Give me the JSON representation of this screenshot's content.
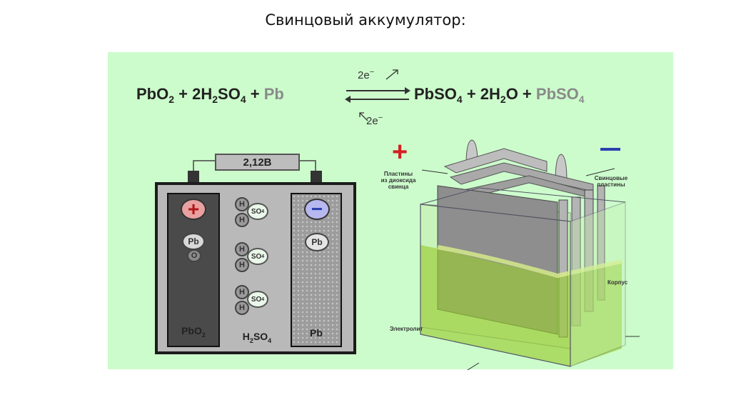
{
  "title": "Свинцовый аккумулятор:",
  "equation": {
    "left": [
      {
        "text": "PbO",
        "sub": "2",
        "shade": "dark"
      },
      {
        "text": " + 2H",
        "sub": "2",
        "shade": "dark"
      },
      {
        "text": "SO",
        "sub": "4",
        "shade": "dark"
      },
      {
        "text": " + ",
        "sub": "",
        "shade": "dark"
      },
      {
        "text": "Pb",
        "sub": "",
        "shade": "light"
      }
    ],
    "right": [
      {
        "text": "PbSO",
        "sub": "4",
        "shade": "dark"
      },
      {
        "text": " + 2H",
        "sub": "2",
        "shade": "dark"
      },
      {
        "text": "O + ",
        "sub": "",
        "shade": "dark"
      },
      {
        "text": "PbSO",
        "sub": "4",
        "shade": "light"
      }
    ],
    "electrons_forward": "2e",
    "electrons_backward": "2e",
    "electron_charge": "−"
  },
  "cell_diagram": {
    "voltage": "2,12В",
    "positive_electrode": {
      "sign": "+",
      "atoms": [
        "Pb",
        "O"
      ],
      "label": "PbO",
      "label_sub": "2"
    },
    "electrolyte": {
      "molecule_h": "H",
      "molecule_so4": "SO",
      "so4_sub": "4",
      "label_pre": "H",
      "label_sub1": "2",
      "label_mid": "SO",
      "label_sub2": "4",
      "molecules": 3
    },
    "negative_electrode": {
      "sign": "−",
      "atoms": [
        "Pb"
      ],
      "label": "Pb"
    }
  },
  "battery_illustration": {
    "plus_sign": "+",
    "minus_sign": "—",
    "label_positive_plates": [
      "Пластины",
      "из диоксида",
      "свинца"
    ],
    "label_negative_plates": [
      "Свинцовые",
      "пластины"
    ],
    "label_case": "Корпус",
    "label_electrolyte": "Электролит"
  },
  "colors": {
    "panel": "#ccfccc",
    "plus": "#d42020",
    "minus": "#2a3fb0",
    "electrolyte": "#9acd32"
  }
}
